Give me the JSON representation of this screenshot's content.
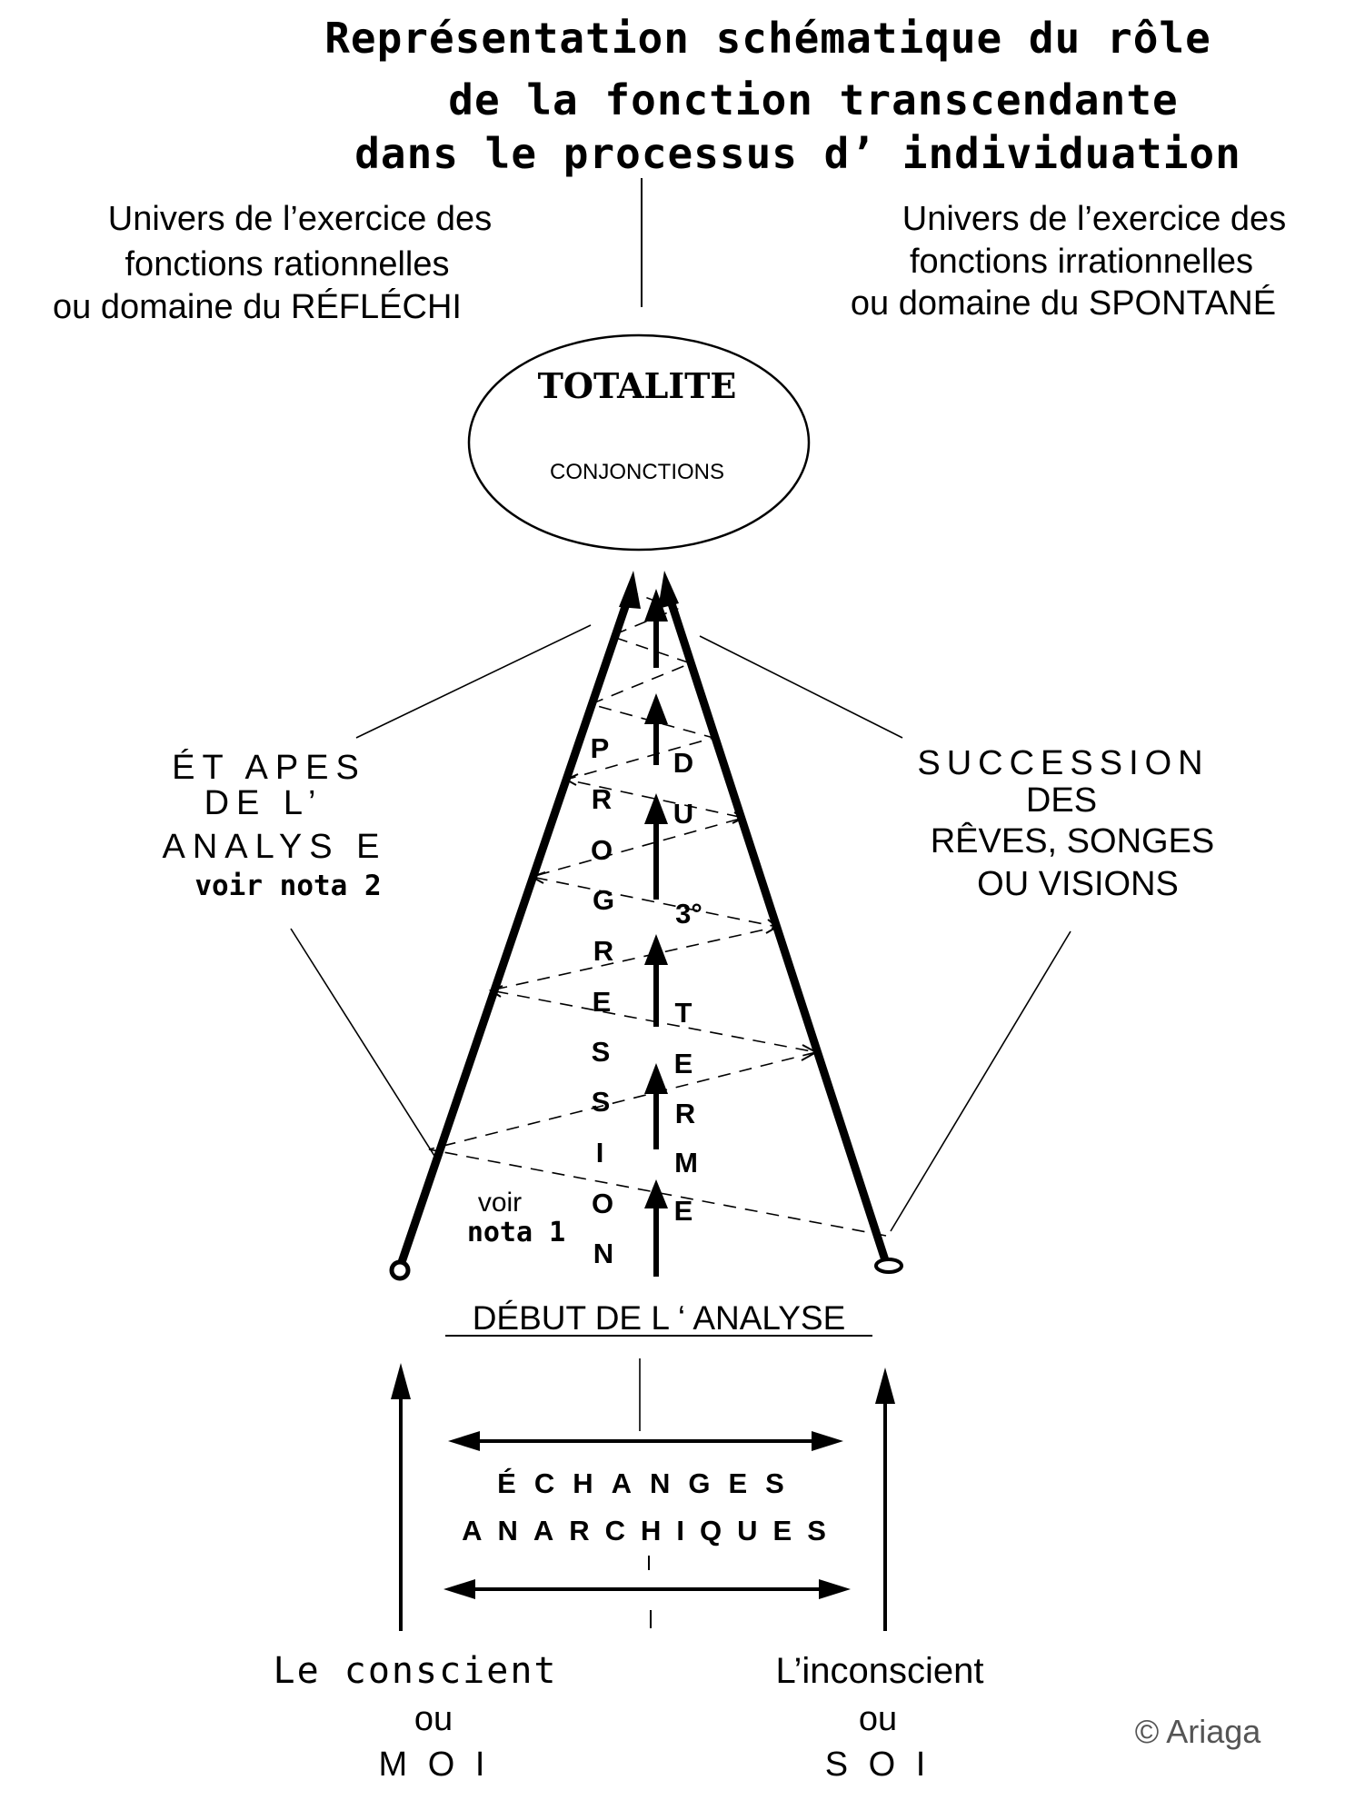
{
  "title": {
    "line1": "Représentation  schématique  du  rôle",
    "line2": "de  la  fonction  transcendante",
    "line3": "dans  le  processus  d’ individuation"
  },
  "left_universe": {
    "line1": "Univers de l’exercice des",
    "line2": "fonctions rationnelles",
    "line3": "ou domaine du RÉFLÉCHI"
  },
  "right_universe": {
    "line1": "Univers de l’exercice des",
    "line2": "fonctions irrationnelles",
    "line3": "ou domaine du SPONTANÉ"
  },
  "totality": {
    "title": "TOTALITE",
    "subtitle": "CONJONCTIONS"
  },
  "stages": {
    "line1": "ÉT APES",
    "line2": "DE  L’",
    "line3": "ANALYS E",
    "line4": "voir nota 2"
  },
  "succession": {
    "line1": "SUCCESSION",
    "line2": "DES",
    "line3": "RÊVES, SONGES",
    "line4": "OU  VISIONS"
  },
  "vertical_progression": [
    "P",
    "R",
    "O",
    "G",
    "R",
    "E",
    "S",
    "S",
    "I",
    "O",
    "N"
  ],
  "vertical_du": [
    "D",
    "U"
  ],
  "vertical_ordinal": "3°",
  "vertical_terme": [
    "T",
    "E",
    "R",
    "M",
    "E"
  ],
  "nota1": {
    "line1": "voir",
    "line2": "nota 1"
  },
  "debut": "DÉBUT  DE  L ‘ ANALYSE",
  "exchanges": {
    "line1": "ÉCHANGES",
    "line2": "ANARCHIQUES"
  },
  "conscious": {
    "line1": "Le conscient",
    "line2": "ou",
    "line3": "M O I"
  },
  "unconscious": {
    "line1": "L’inconscient",
    "line2": "ou",
    "line3": "S O I"
  },
  "copyright": "© Ariaga",
  "colors": {
    "ink": "#000000",
    "background": "#ffffff",
    "copyright": "#555555"
  }
}
